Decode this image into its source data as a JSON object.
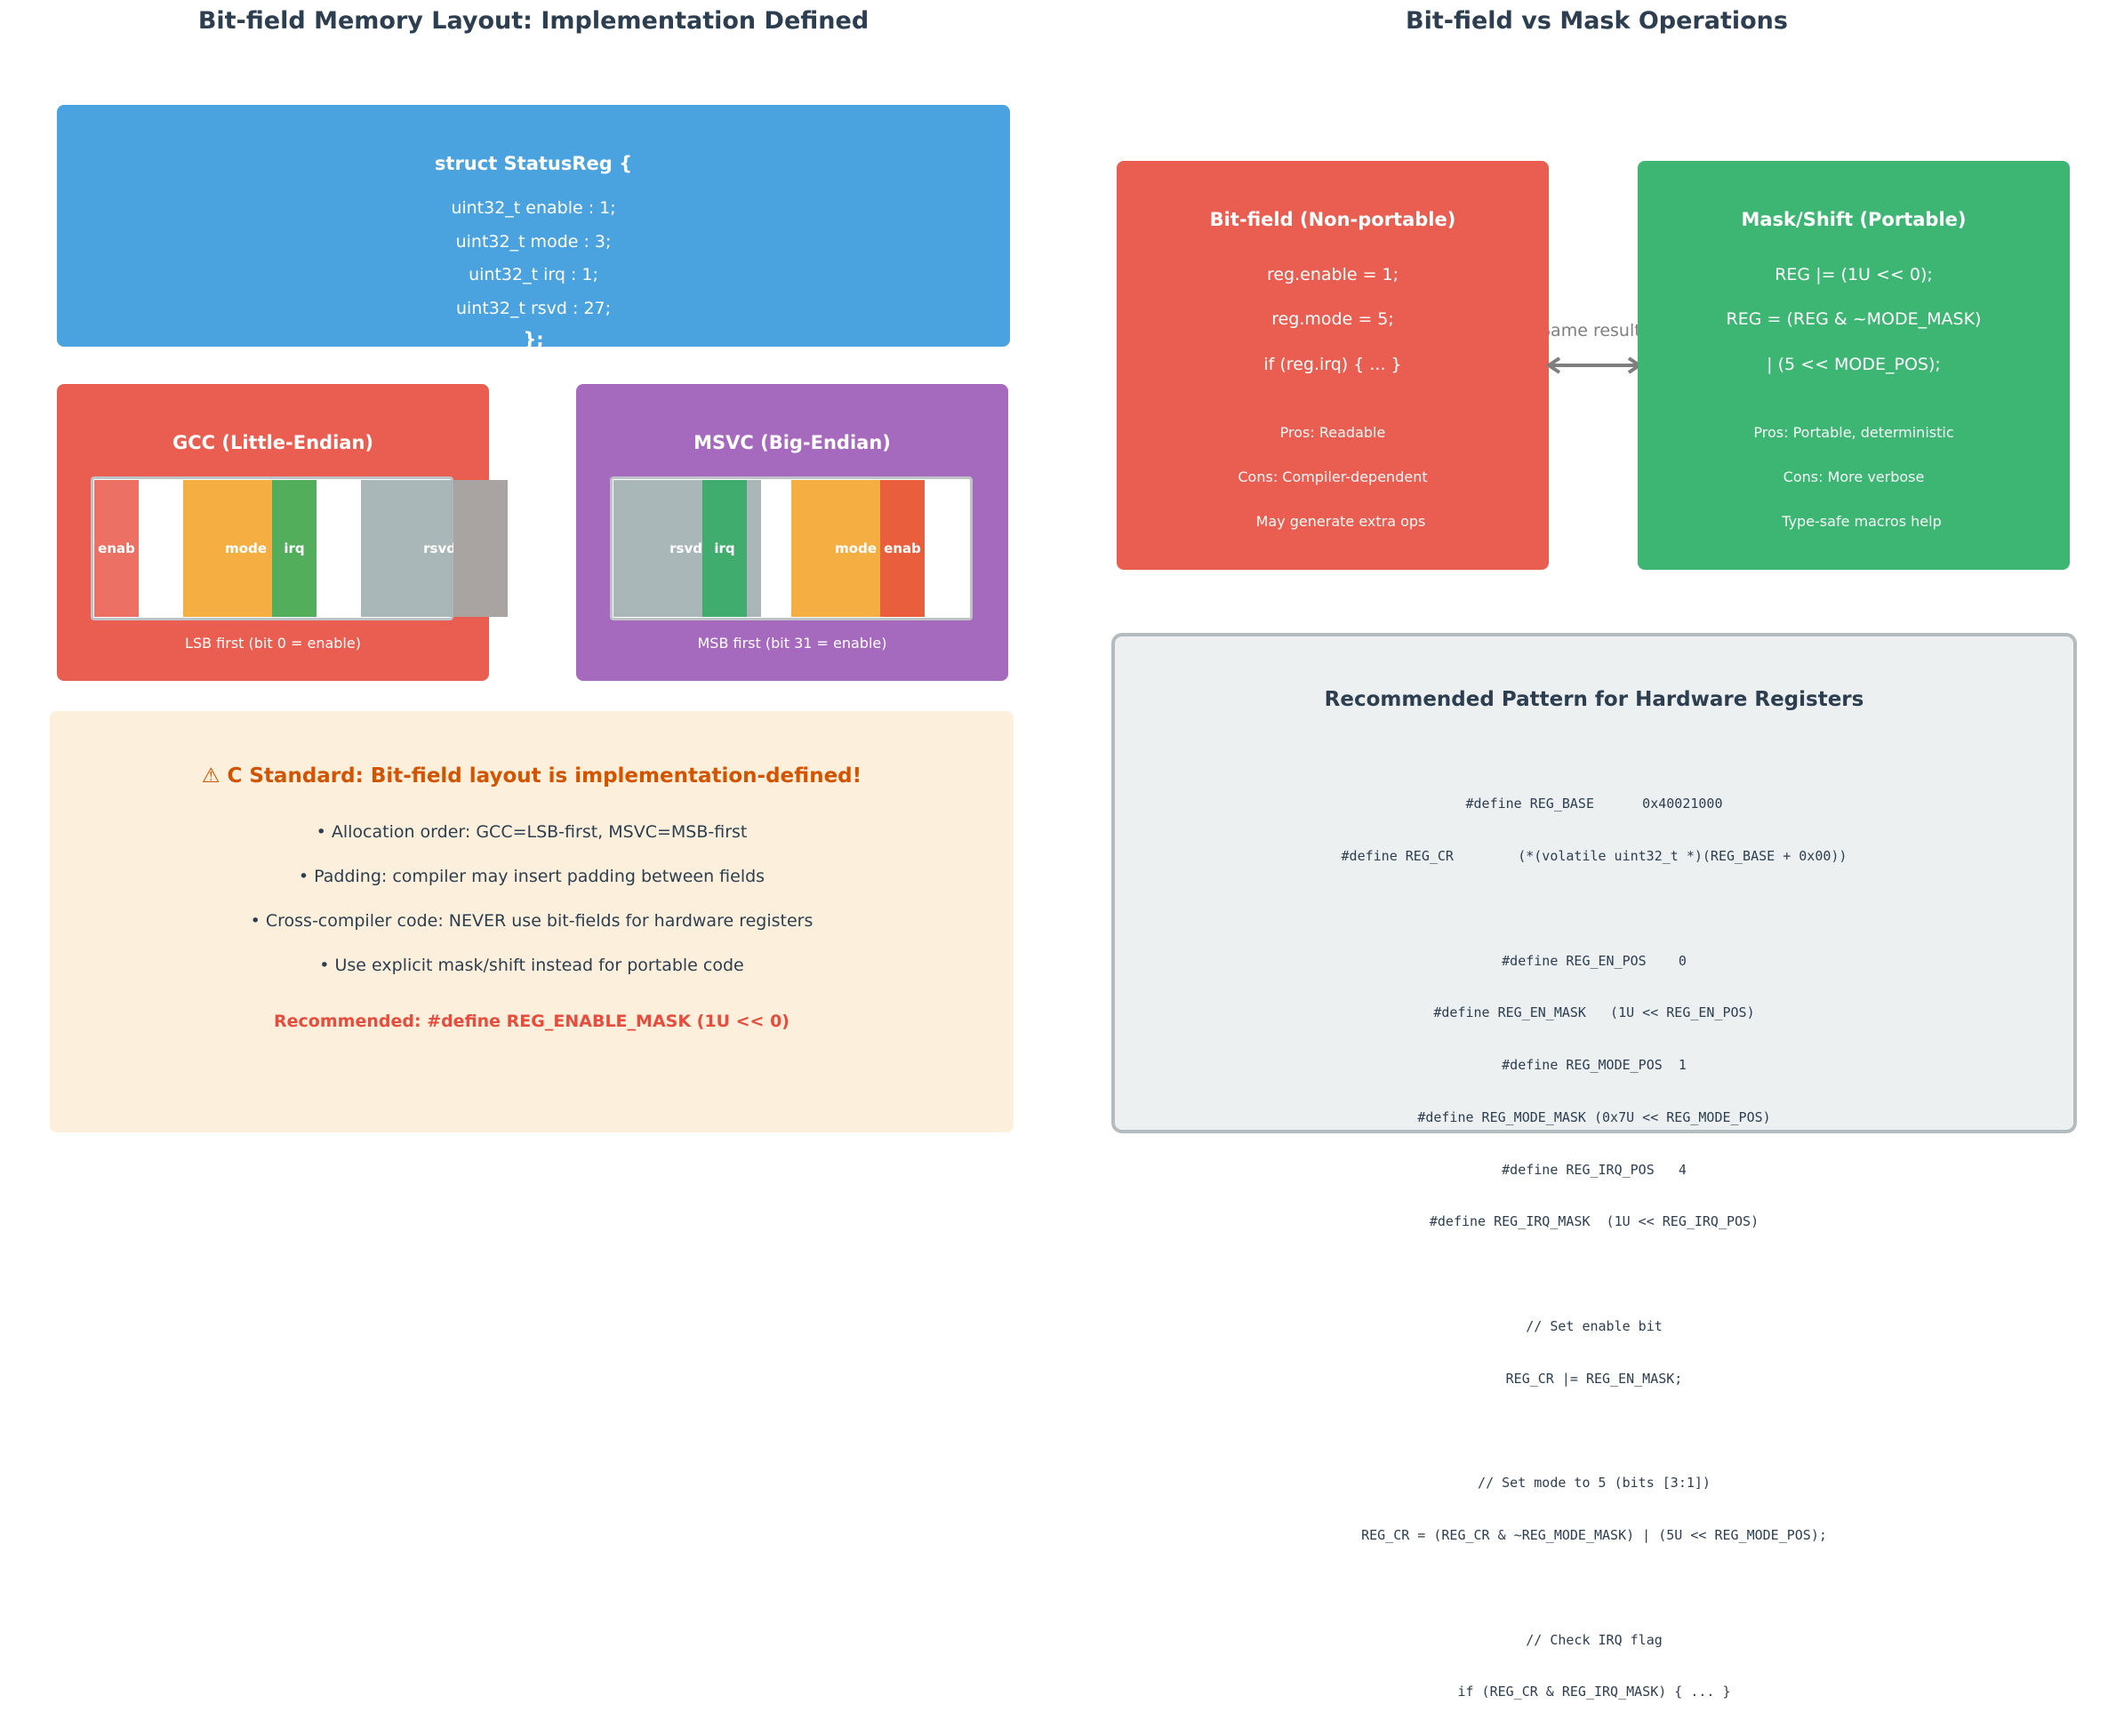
{
  "left_title": "Bit-field Memory Layout: Implementation Defined",
  "right_title": "Bit-field vs Mask Operations",
  "struct": {
    "header": "struct StatusReg {",
    "lines": [
      "uint32_t enable : 1;",
      "uint32_t mode   : 3;",
      "uint32_t irq    : 1;",
      "uint32_t rsvd   : 27;"
    ],
    "footer": "};"
  },
  "gcc": {
    "title": "GCC (Little-Endian)",
    "fields": [
      "enab",
      "mode",
      "irq",
      "rsvd"
    ],
    "note": "LSB first (bit 0 = enable)"
  },
  "msvc": {
    "title": "MSVC (Big-Endian)",
    "fields": [
      "rsvd",
      "irq",
      "mode",
      "enab"
    ],
    "note": "MSB first (bit 31 = enable)"
  },
  "warning": {
    "title": "⚠ C Standard: Bit-field layout is implementation-defined!",
    "bullets": [
      "• Allocation order: GCC=LSB-first, MSVC=MSB-first",
      "• Padding: compiler may insert padding between fields",
      "• Cross-compiler code: NEVER use bit-fields for hardware registers",
      "• Use explicit mask/shift instead for portable code"
    ],
    "recommended": "Recommended: #define REG_ENABLE_MASK (1U << 0)"
  },
  "bitfield_card": {
    "title": "Bit-field (Non-portable)",
    "code": [
      "reg.enable = 1;",
      "reg.mode = 5;",
      "if (reg.irq) { ... }"
    ],
    "notes": [
      "Pros: Readable",
      "Cons: Compiler-dependent",
      "May generate extra ops"
    ]
  },
  "mask_card": {
    "title": "Mask/Shift (Portable)",
    "code": [
      "REG |= (1U << 0);",
      "REG = (REG & ~MODE_MASK)",
      "| (5 << MODE_POS);"
    ],
    "notes": [
      "Pros: Portable, deterministic",
      "Cons: More verbose",
      "Type-safe macros help"
    ]
  },
  "arrow_label": "Same result",
  "recommended_panel": {
    "title": "Recommended Pattern for Hardware Registers",
    "code": [
      "#define REG_BASE      0x40021000",
      "#define REG_CR        (*(volatile uint32_t *)(REG_BASE + 0x00))",
      "",
      "#define REG_EN_POS    0",
      "#define REG_EN_MASK   (1U << REG_EN_POS)",
      "#define REG_MODE_POS  1",
      "#define REG_MODE_MASK (0x7U << REG_MODE_POS)",
      "#define REG_IRQ_POS   4",
      "#define REG_IRQ_MASK  (1U << REG_IRQ_POS)",
      "",
      "// Set enable bit",
      "REG_CR |= REG_EN_MASK;",
      "",
      "// Set mode to 5 (bits [3:1])",
      "REG_CR = (REG_CR & ~REG_MODE_MASK) | (5U << REG_MODE_POS);",
      "",
      "// Check IRQ flag",
      "if (REG_CR & REG_IRQ_MASK) { ... }"
    ]
  },
  "colors": {
    "blue": "#4aa3df",
    "red": "#e95e50",
    "purple": "#a569bd",
    "green": "#3cb672",
    "orange": "#f5ae42",
    "gray": "#aab7b8",
    "warning_bg": "#fcefdb",
    "warning_title": "#d35400",
    "recommended": "#e74c3c",
    "panel_bg": "#ecf0f1",
    "panel_border": "#b4bcbf"
  }
}
